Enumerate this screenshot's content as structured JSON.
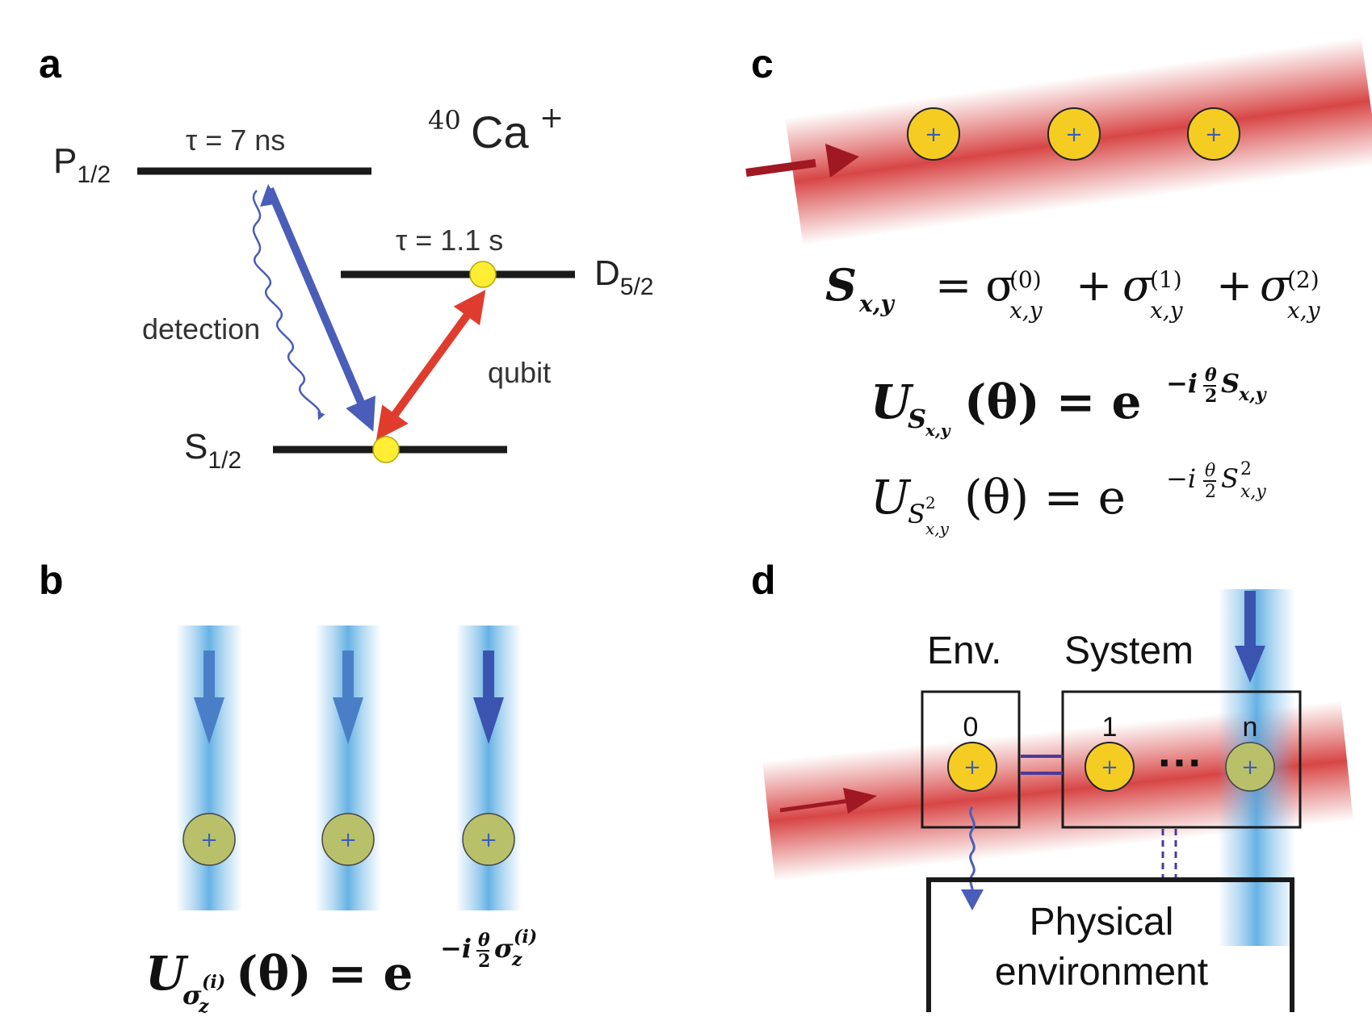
{
  "panels": {
    "a": {
      "label": "a",
      "species_sup": "40",
      "species_base": "Ca",
      "species_charge": "+",
      "levels": {
        "p": {
          "base": "P",
          "sub": "1/2"
        },
        "d": {
          "base": "D",
          "sub": "5/2"
        },
        "s": {
          "base": "S",
          "sub": "1/2"
        }
      },
      "lifetime_p": "τ = 7 ns",
      "lifetime_d": "τ = 1.1 s",
      "detection_label": "detection",
      "qubit_label": "qubit"
    },
    "b": {
      "label": "b",
      "ion_symbol": "+",
      "eq": {
        "U": "U",
        "sub_sigma": "σ",
        "sub_z": "z",
        "sub_sup": "(i)",
        "arg": "(θ) = e",
        "exp_prefix": "−i",
        "exp_num": "θ",
        "exp_den": "2",
        "exp_sigma": "σ",
        "exp_z": "z",
        "exp_sup": "(i)"
      }
    },
    "c": {
      "label": "c",
      "ion_symbol": "+",
      "eq1": {
        "S": "S",
        "S_sub": "x,y",
        "rhs": "= σ",
        "term_sup_0": "(0)",
        "term_sup_1": "(1)",
        "term_sup_2": "(2)",
        "term_sub": "x,y",
        "plus": "+",
        "sigma": "σ"
      },
      "eq2": {
        "U": "U",
        "sub_S": "S",
        "sub_sub": "x,y",
        "arg": "(θ) = e",
        "exp_prefix": "−i",
        "exp_num": "θ",
        "exp_den": "2",
        "exp_S": "S",
        "exp_sub": "x,y"
      },
      "eq3": {
        "U": "U",
        "sub_S": "S",
        "sub_sup": "2",
        "sub_sub": "x,y",
        "arg": "(θ) = e",
        "exp_prefix": "−i",
        "exp_num": "θ",
        "exp_den": "2",
        "exp_S": "S",
        "exp_sup": "2",
        "exp_sub": "x,y"
      }
    },
    "d": {
      "label": "d",
      "env_label": "Env.",
      "system_label": "System",
      "index_0": "0",
      "index_1": "1",
      "index_n": "n",
      "dots": "···",
      "ion_symbol": "+",
      "physical_line1": "Physical",
      "physical_line2": "environment"
    }
  },
  "colors": {
    "ion_yellow": "#f5cd22",
    "ion_green": "#b9c06a",
    "blue_arrow": "#4a5db8",
    "red_arrow": "#e03c2e",
    "dark_red_arrow": "#a01822",
    "beam_red": "#d94545",
    "beam_blue": "#6ab4e6",
    "level_yellow": "#ffee33"
  }
}
